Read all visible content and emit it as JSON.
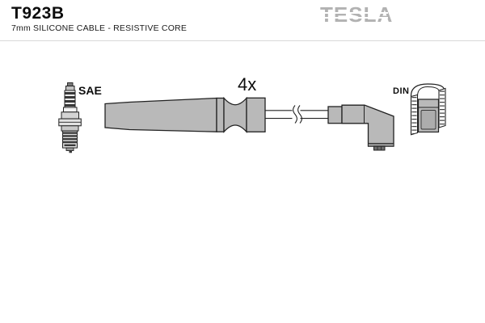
{
  "header": {
    "part_number": "T923B",
    "subtitle": "7mm SILICONE CABLE - RESISTIVE CORE",
    "brand": "TESLA"
  },
  "diagram": {
    "quantity_label": "4x",
    "sae_label": "SAE",
    "din_label": "DIN"
  },
  "colors": {
    "fill-gray": "#b9b9b9",
    "outline": "#222222",
    "brand-gray": "#b2b2b2",
    "divider": "#d9d9d9"
  }
}
